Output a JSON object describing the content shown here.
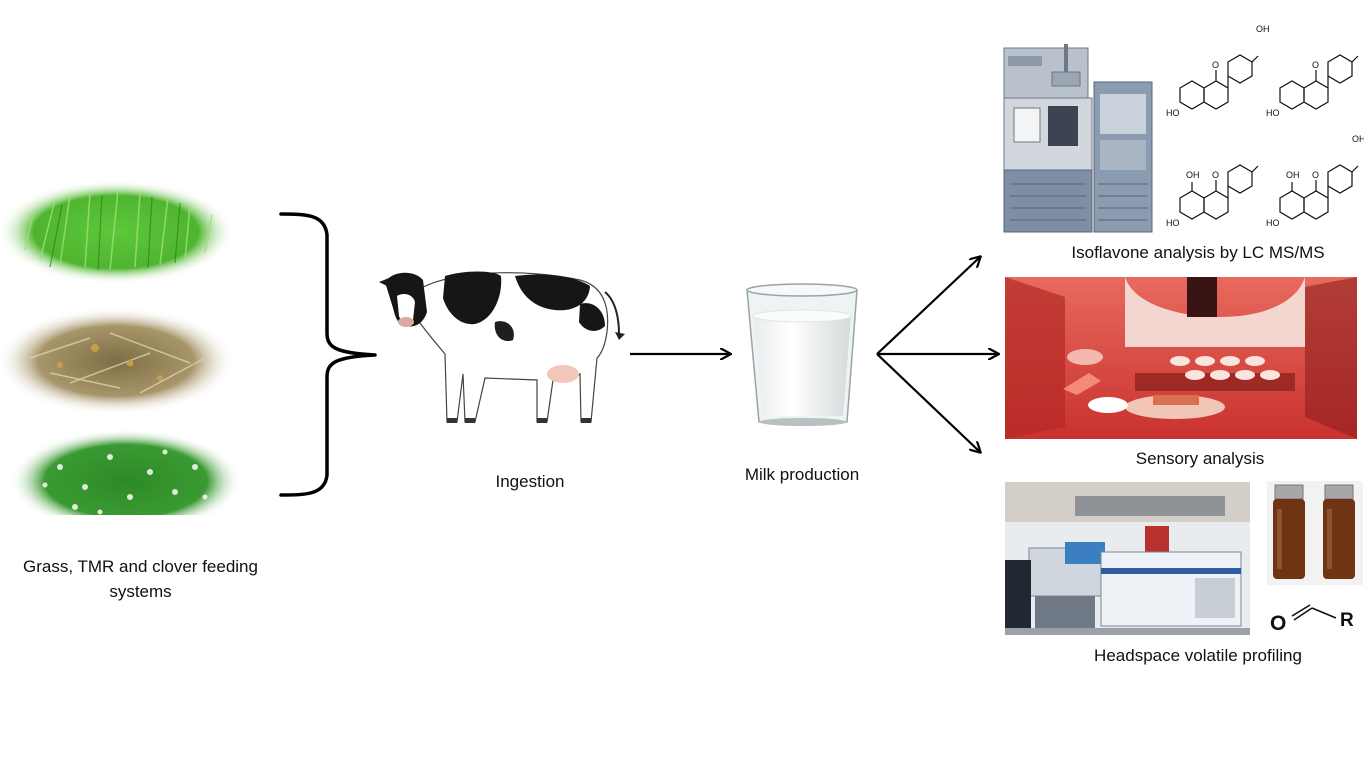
{
  "feeding": {
    "caption": "Grass, TMR and clover feeding systems",
    "items": [
      "grass",
      "tmr",
      "clover"
    ]
  },
  "ingestion": {
    "caption": "Ingestion"
  },
  "milk": {
    "caption": "Milk production"
  },
  "analyses": [
    {
      "id": "isoflavone",
      "caption": "Isoflavone analysis by LC MS/MS"
    },
    {
      "id": "sensory",
      "caption": "Sensory analysis"
    },
    {
      "id": "headspace",
      "caption": "Headspace volatile profiling"
    }
  ],
  "chem_labels": {
    "hydroxyl": "HO",
    "oh": "OH",
    "oxygen": "O",
    "r_group": "R"
  },
  "colors": {
    "grass": "#55c032",
    "tmr": "#9a8a5c",
    "clover": "#2f8d2b",
    "lab_red": "#d8463e",
    "vial_amber": "#6e3414",
    "instrument": "#7d8ea5"
  }
}
